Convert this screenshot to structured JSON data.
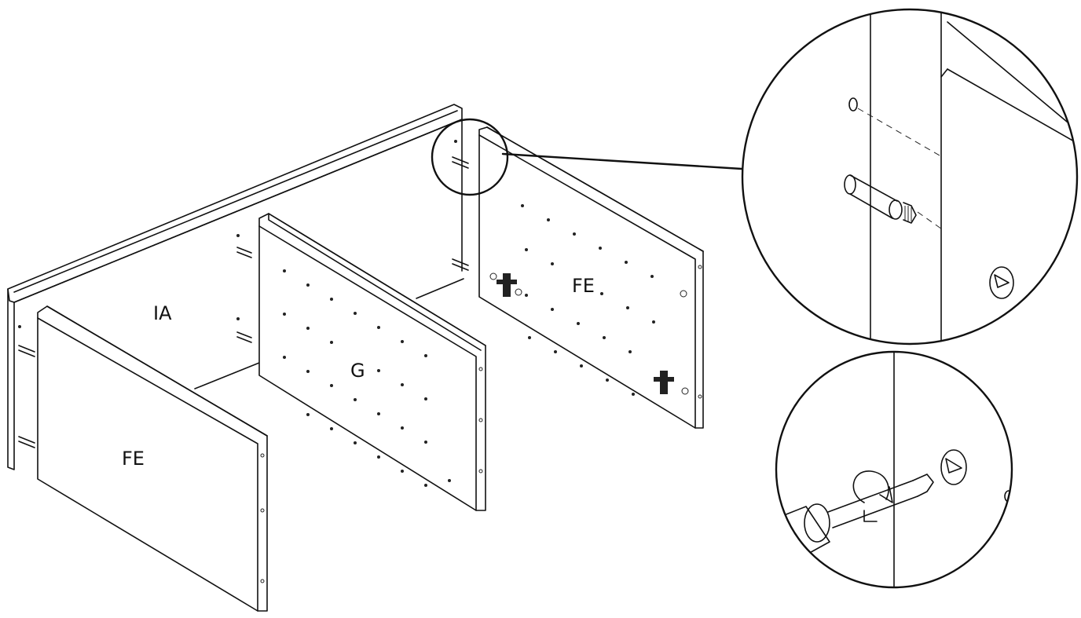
{
  "labels": {
    "back_panel": "IA",
    "left_side": "FE",
    "shelf_divider": "G",
    "right_side": "FE"
  },
  "colors": {
    "line": "#111111",
    "background": "#ffffff"
  }
}
